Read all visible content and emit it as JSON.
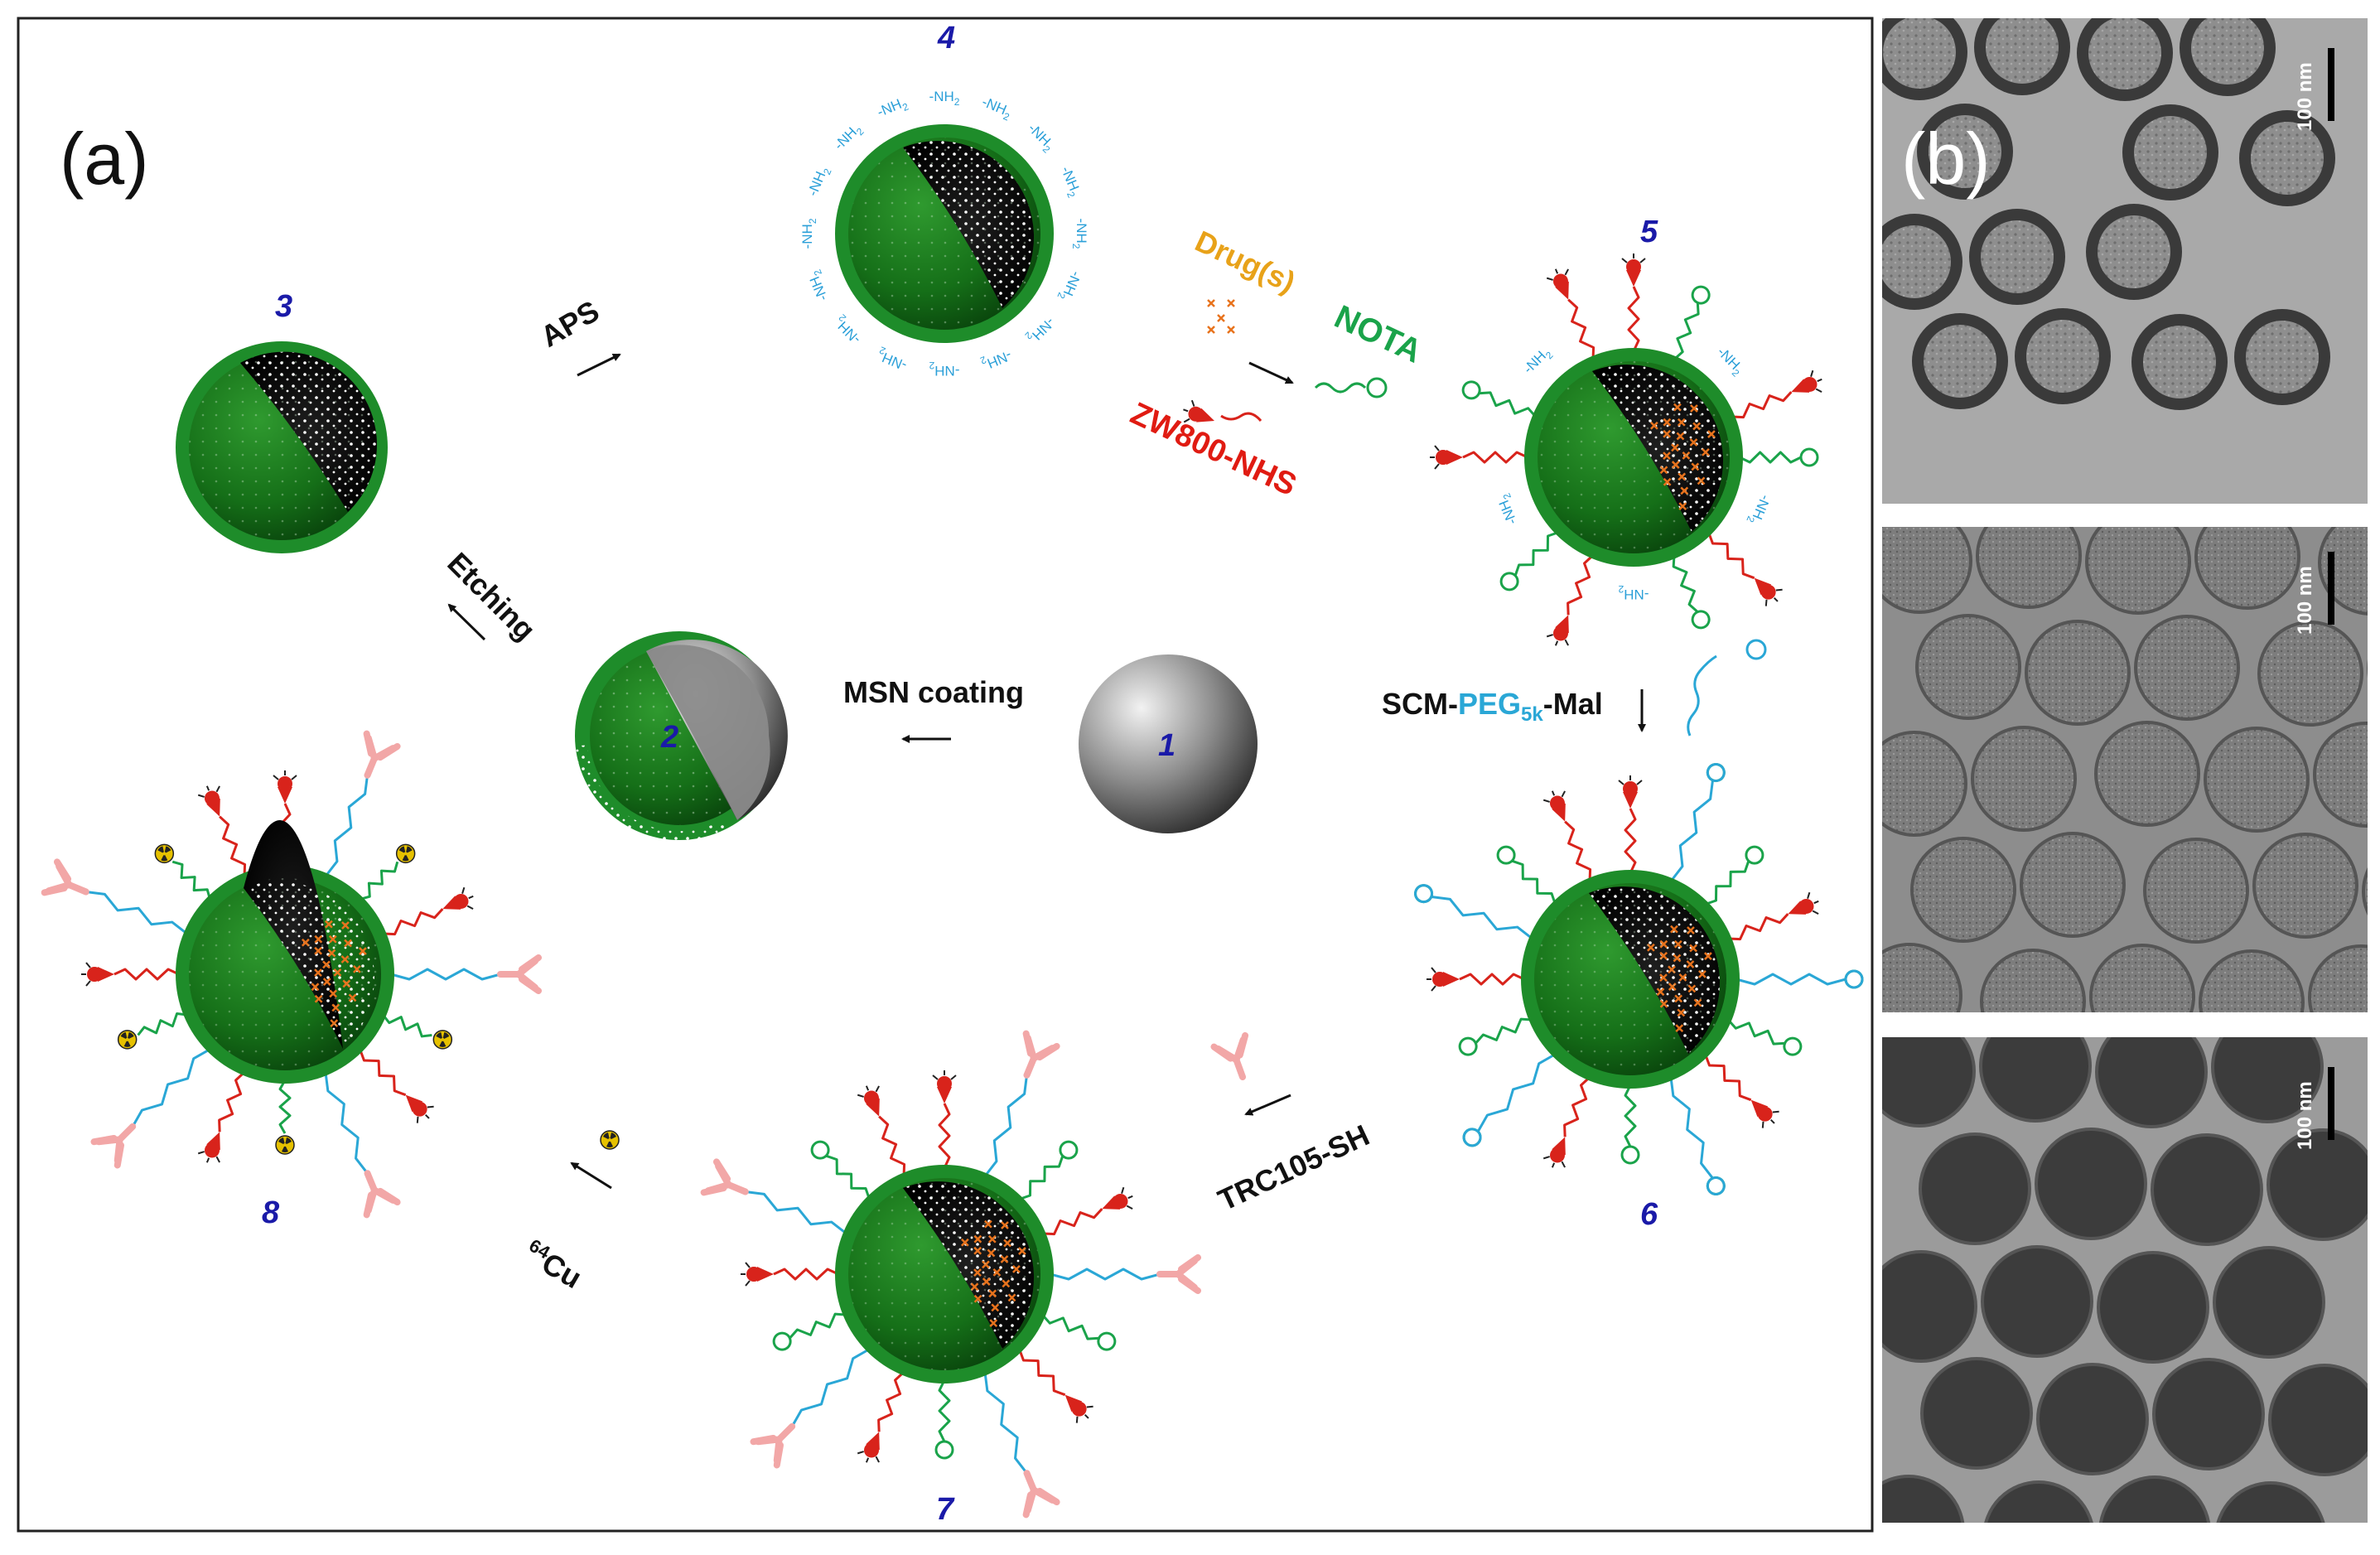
{
  "panels": {
    "a": "(a)",
    "b": "(b)"
  },
  "compounds": {
    "c1": "1",
    "c2": "2",
    "c3": "3",
    "c4": "4",
    "c5": "5",
    "c6": "6",
    "c7": "7",
    "c8": "8"
  },
  "steps": {
    "msn_coating": "MSN coating",
    "etching": "Etching",
    "aps": "APS",
    "drug": "Drug(s)",
    "nota": "NOTA",
    "zw800": "ZW800-NHS",
    "scm_prefix": "SCM-",
    "peg": "PEG",
    "peg_sub": "5k",
    "scm_suffix": "-Mal",
    "trc105": "TRC105-SH",
    "cu_sup": "64",
    "cu": "Cu"
  },
  "amine_label": "-NH",
  "amine_sub": "2",
  "tem": {
    "scale_bar": "100 nm"
  },
  "colors": {
    "shell_green": "#1e8c2a",
    "core_gray": "#8a8a8a",
    "peg_cyan": "#2aa7d6",
    "dye_red": "#d8231b",
    "nota_green": "#1aa34a",
    "antibody_pink": "#f2a7a7",
    "drug_orange": "#e8a219",
    "cu_yellow": "#e6c100"
  }
}
